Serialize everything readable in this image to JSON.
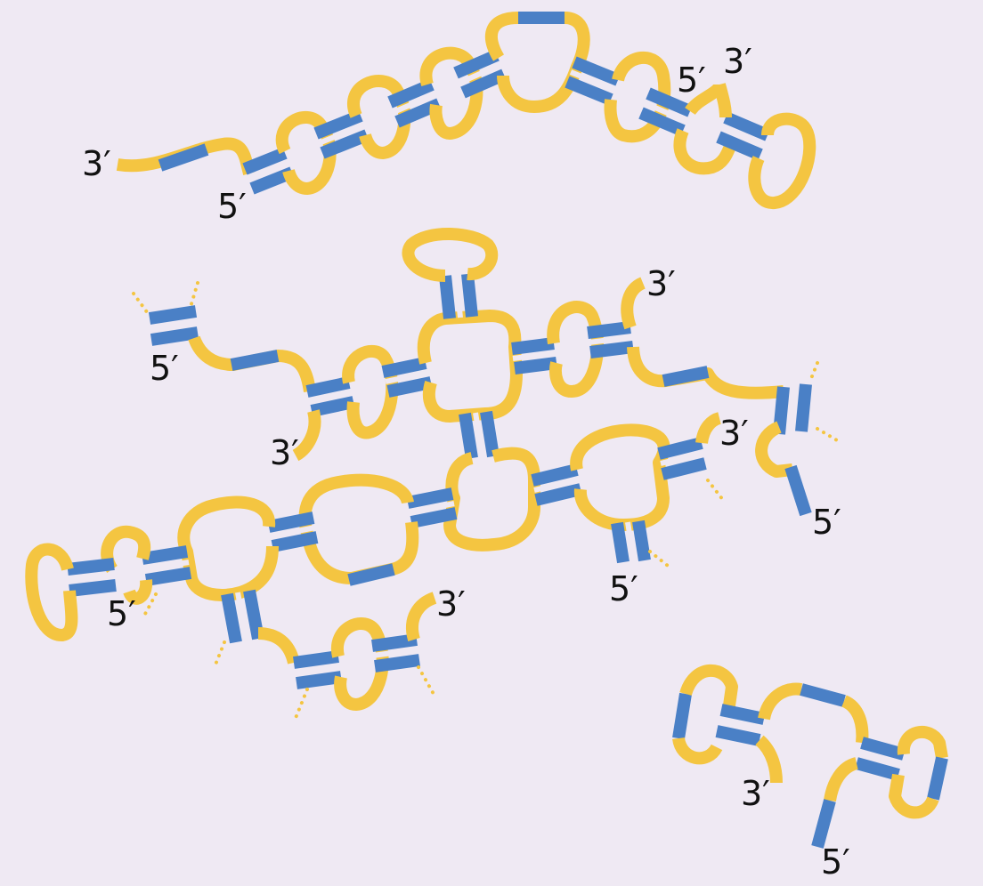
{
  "diagram": {
    "labels": {
      "f1_three": "3′",
      "f1_five": "5′",
      "f1_five_b": "5′",
      "f1_three_b": "3′",
      "f2_five_a": "5′",
      "f2_three_top": "3′",
      "f2_three_left": "3′",
      "f2_three_mid": "3′",
      "f2_five_right": "5′",
      "f2_five_mid": "5′",
      "f2_five_left": "5′",
      "f2_three_low": "3′",
      "f3_three": "3′",
      "f3_five": "5′"
    },
    "colors": {
      "background": "#efe9f3",
      "strand": "#f4c541",
      "paired": "#4a80c6",
      "text": "#111111"
    }
  }
}
